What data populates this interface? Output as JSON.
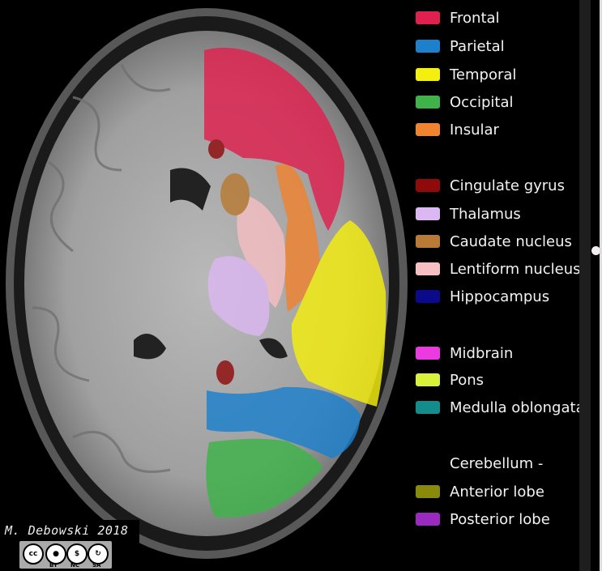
{
  "legend": {
    "lobes": [
      {
        "label": "Frontal",
        "color": "#e0204e"
      },
      {
        "label": "Parietal",
        "color": "#1c80cc"
      },
      {
        "label": "Temporal",
        "color": "#f5ef0e"
      },
      {
        "label": "Occipital",
        "color": "#3fb34a"
      },
      {
        "label": "Insular",
        "color": "#ef8330"
      }
    ],
    "deep": [
      {
        "label": "Cingulate gyrus",
        "color": "#8f0a0a"
      },
      {
        "label": "Thalamus",
        "color": "#dcb8f2"
      },
      {
        "label": "Caudate nucleus",
        "color": "#b87a34"
      },
      {
        "label": "Lentiform nucleus",
        "color": "#f5bfc3"
      },
      {
        "label": "Hippocampus",
        "color": "#0a0a8a"
      }
    ],
    "brainstem": [
      {
        "label": "Midbrain",
        "color": "#ea3ae0"
      },
      {
        "label": "Pons",
        "color": "#d8f23a"
      },
      {
        "label": "Medulla oblongata",
        "color": "#138c8c"
      }
    ],
    "cerebellum_heading": "Cerebellum -",
    "cerebellum": [
      {
        "label": "Anterior lobe",
        "color": "#8a8a0a"
      },
      {
        "label": "Posterior lobe",
        "color": "#9a2ac0"
      }
    ]
  },
  "credit": {
    "author": "M. Debowski 2018",
    "license_icons": [
      "cc",
      "by",
      "nc",
      "sa"
    ],
    "license_labels": {
      "by": "BY",
      "nc": "NC",
      "sa": "SA"
    }
  }
}
